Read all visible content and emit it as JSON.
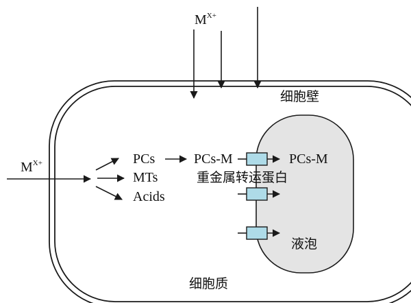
{
  "ion_top": {
    "base": "M",
    "charge": "X+"
  },
  "ion_left": {
    "base": "M",
    "charge": "X+"
  },
  "chelators": [
    "PCs",
    "MTs",
    "Acids"
  ],
  "complex_label": "PCs-M",
  "vacuole_complex_label": "PCs-M",
  "transporter_label": "重金属转运蛋白",
  "cell_wall_label": "细胞壁",
  "vacuole_label": "液泡",
  "cytoplasm_label": "细胞质",
  "colors": {
    "vacuole_fill": "#e4e4e4",
    "transporter_fill": "#aedbe8",
    "outline": "#1a1a1a"
  }
}
